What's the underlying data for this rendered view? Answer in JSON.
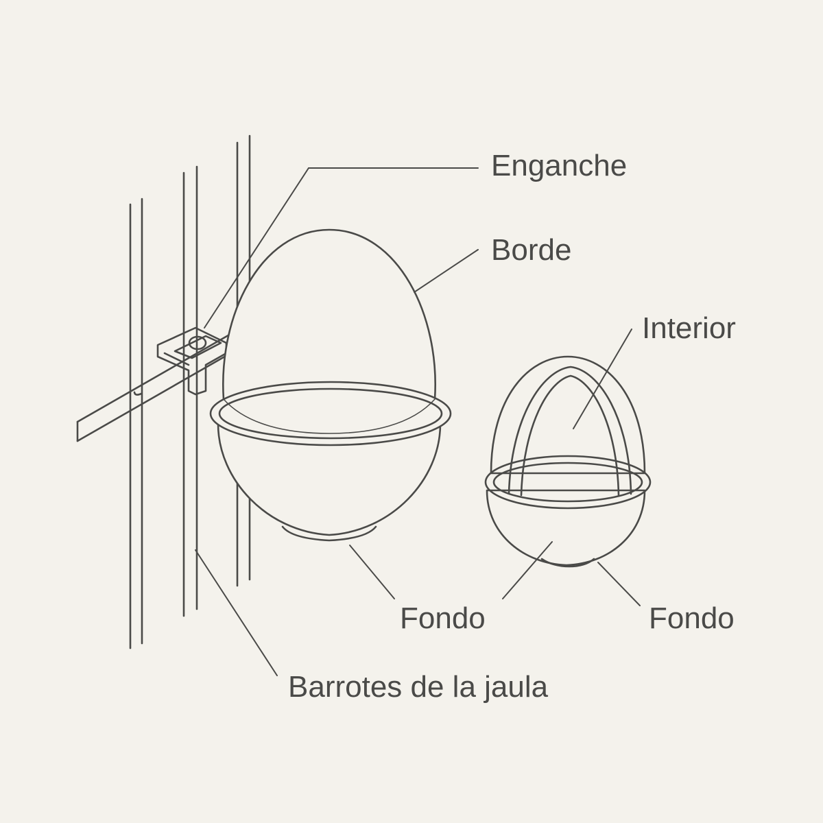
{
  "labels": {
    "hook": "Enganche",
    "rim": "Borde",
    "interior": "Interior",
    "bottom_left": "Fondo",
    "bottom_right": "Fondo",
    "cage_bars": "Barrotes de la jaula"
  },
  "colors": {
    "background": "#f4f2ec",
    "line": "#4a4a48"
  }
}
